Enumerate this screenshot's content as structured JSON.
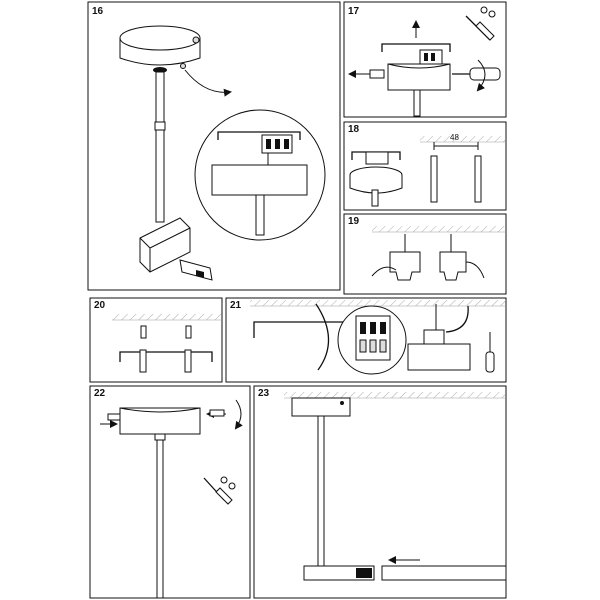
{
  "panels": [
    {
      "number": "16"
    },
    {
      "number": "17"
    },
    {
      "number": "18",
      "dimension": "48"
    },
    {
      "number": "19"
    },
    {
      "number": "20"
    },
    {
      "number": "21"
    },
    {
      "number": "22"
    },
    {
      "number": "23"
    }
  ],
  "icons": [
    "screwdriver-icon",
    "screw-icon",
    "drill-icon",
    "wall-plug-icon",
    "arrow-icon",
    "rotate-arrow-icon",
    "terminal-block-icon"
  ]
}
